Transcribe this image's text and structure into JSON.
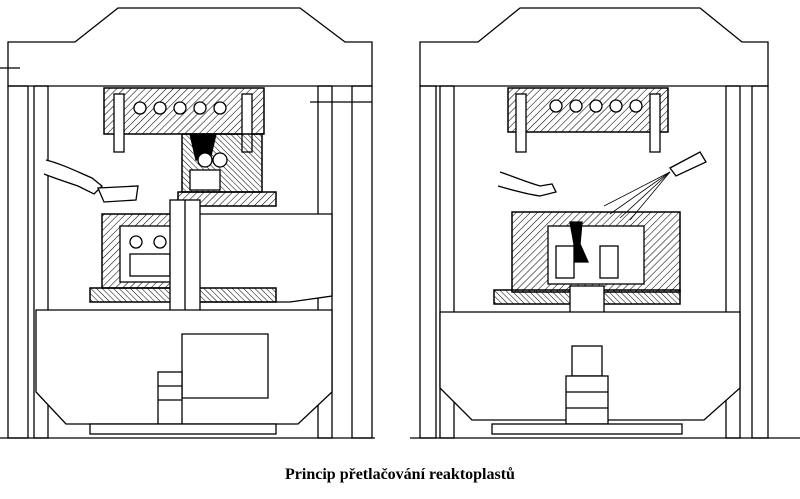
{
  "caption": "Princip přetlačování reaktoplastů",
  "colors": {
    "line": "#000000",
    "background": "#ffffff"
  },
  "panels": [
    {
      "id": "left",
      "stage": "mold-closed-transfer"
    },
    {
      "id": "right",
      "stage": "mold-open-ejection-cleaning"
    }
  ]
}
